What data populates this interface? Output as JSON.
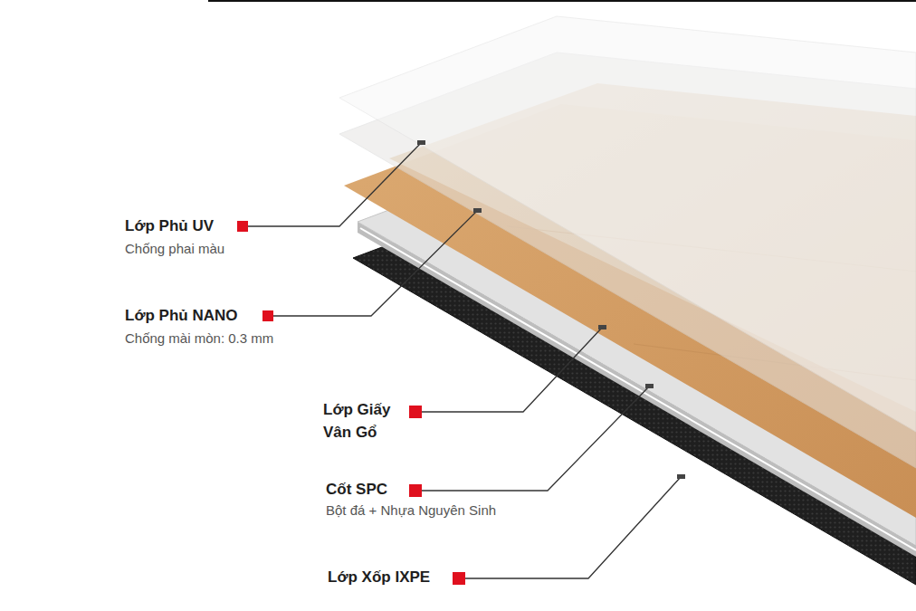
{
  "diagram": {
    "labels": [
      "Lớp Phủ UV",
      "Chống phai màu",
      "Lớp Phủ NANO",
      "Chống mài mòn: 0.3 mm",
      "Lớp Giấy Vân Gổ",
      "Cốt SPC",
      "Bột đá + Nhựa Nguyên Sinh",
      "Lớp Xốp IXPE"
    ]
  }
}
